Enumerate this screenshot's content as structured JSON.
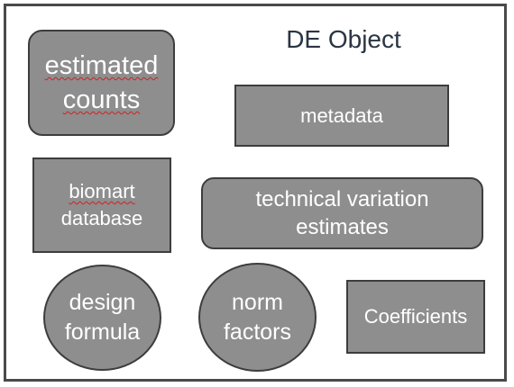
{
  "diagram": {
    "title": "DE Object",
    "nodes": {
      "estimated_counts": {
        "line1": "estimated",
        "line2": "counts"
      },
      "metadata": {
        "label": "metadata"
      },
      "biomart_database": {
        "line1": "biomart",
        "line2": "database"
      },
      "technical_variation_estimates": {
        "line1": "technical variation",
        "line2": "estimates"
      },
      "design_formula": {
        "line1": "design",
        "line2": "formula"
      },
      "norm_factors": {
        "line1": "norm",
        "line2": "factors"
      },
      "coefficients": {
        "label": "Coefficients"
      }
    },
    "colors": {
      "node_fill": "#8e8e8e",
      "node_border": "#3d3d3d",
      "node_text": "#ffffff",
      "title_text": "#2b3543",
      "frame_border": "#4a4a4a",
      "spellcheck_underline": "#d32020"
    }
  }
}
